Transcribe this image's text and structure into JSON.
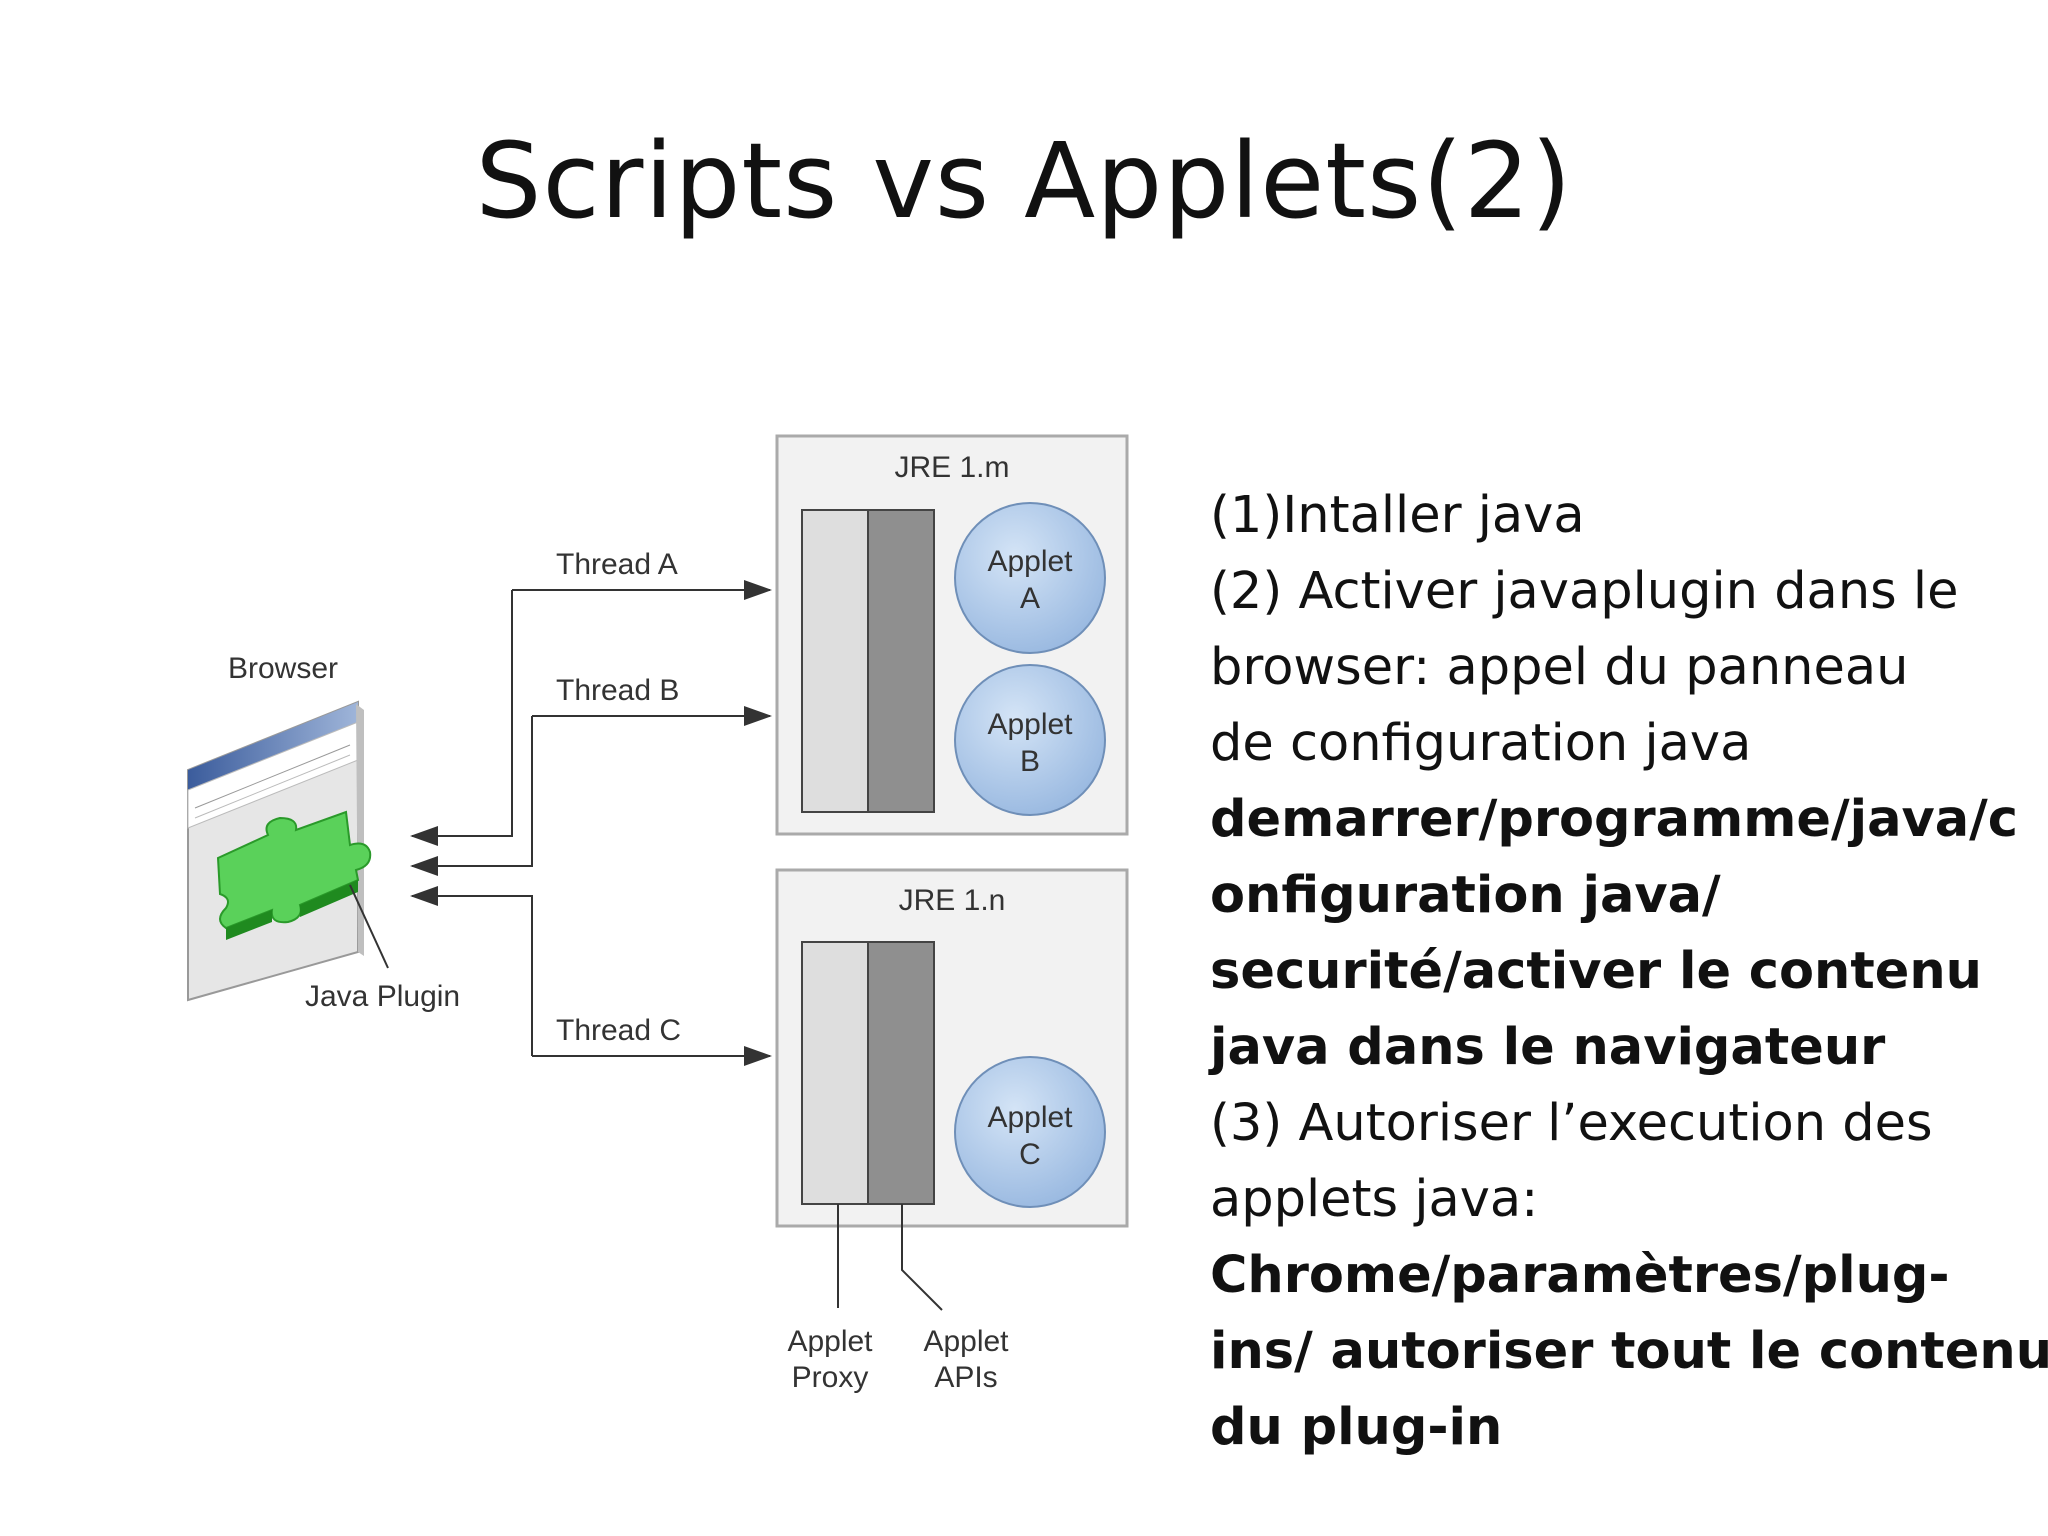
{
  "slide": {
    "title": "Scripts vs Applets(2)"
  },
  "diagram": {
    "browser_label": "Browser",
    "plugin_label": "Java Plugin",
    "thread_a": "Thread A",
    "thread_b": "Thread B",
    "thread_c": "Thread C",
    "jre_top": "JRE 1.m",
    "jre_bottom": "JRE 1.n",
    "applet_a": [
      "Applet",
      "A"
    ],
    "applet_b": [
      "Applet",
      "B"
    ],
    "applet_c": [
      "Applet",
      "C"
    ],
    "applet_proxy": [
      "Applet",
      "Proxy"
    ],
    "applet_apis": [
      "Applet",
      "APIs"
    ],
    "colors": {
      "jre_bg": "#f2f2f2",
      "proxy_bar": "#d9d9d9",
      "api_bar": "#8c8c8c",
      "applet_circle": "#a9c6e8",
      "plugin_green": "#33cc33"
    }
  },
  "text": {
    "lines": [
      {
        "text": "(1)Intaller java",
        "bold": false
      },
      {
        "text": "(2) Activer javaplugin dans le",
        "bold": false
      },
      {
        "text": "browser: appel du panneau",
        "bold": false
      },
      {
        "text": "de configuration java",
        "bold": false
      },
      {
        "text": "demarrer/programme/java/c",
        "bold": true
      },
      {
        "text": "onfiguration  java/",
        "bold": true
      },
      {
        "text": "securité/activer le contenu",
        "bold": true
      },
      {
        "text": "java dans le navigateur",
        "bold": true
      },
      {
        "text": "(3) Autoriser l’execution des",
        "bold": false
      },
      {
        "text": "applets java:",
        "bold": false
      },
      {
        "text": "Chrome/paramètres/plug-",
        "bold": true
      },
      {
        "text": "ins/ autoriser tout le contenu",
        "bold": true
      },
      {
        "text": "du plug-in",
        "bold": true
      }
    ]
  }
}
